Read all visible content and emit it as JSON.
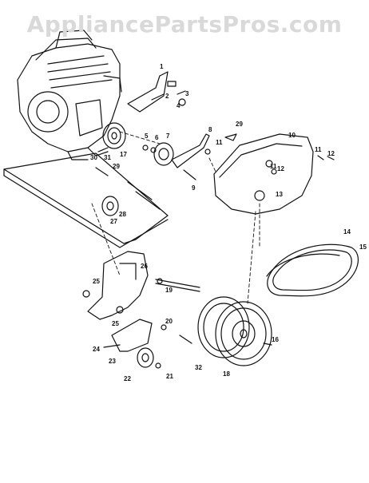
{
  "watermark": "AppliancePartsPros.com",
  "callouts": [
    "1",
    "2",
    "3",
    "4",
    "5",
    "6",
    "7",
    "8",
    "9",
    "10",
    "11",
    "11",
    "11",
    "12",
    "12",
    "13",
    "14",
    "15",
    "16",
    "17",
    "18",
    "19",
    "20",
    "21",
    "22",
    "23",
    "24",
    "25",
    "25",
    "26",
    "27",
    "28",
    "29",
    "29",
    "30",
    "31",
    "32"
  ]
}
